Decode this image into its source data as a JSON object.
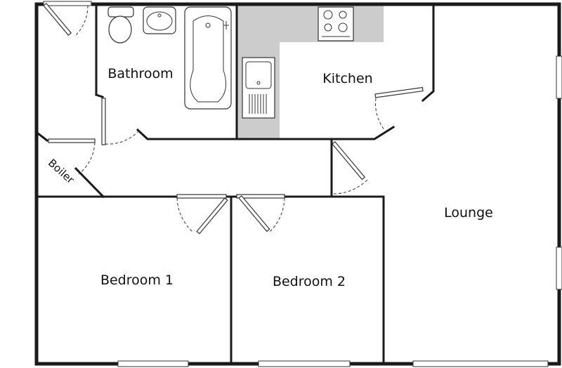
{
  "rooms": {
    "bathroom": "Bathroom",
    "kitchen": "Kitchen",
    "boiler": "Boiler",
    "lounge": "Lounge",
    "bedroom1": "Bedroom 1",
    "bedroom2": "Bedroom 2"
  },
  "colors": {
    "wall": "#1a1a1a",
    "worktop": "#cccccc",
    "background": "#ffffff"
  }
}
